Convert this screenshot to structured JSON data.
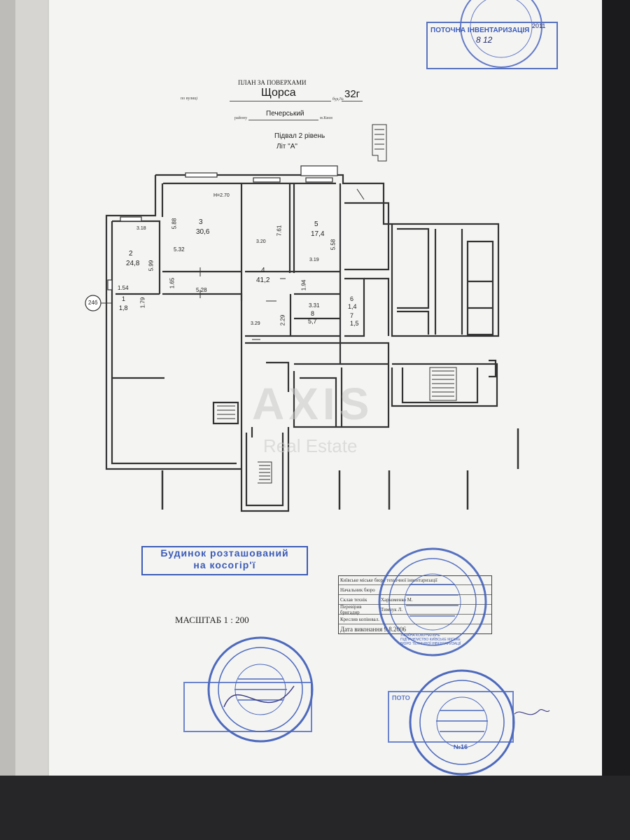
{
  "header": {
    "title": "ПЛАН ЗА ПОВЕРХАМИ",
    "street_prefix": "по вулиці",
    "street": "Щорса",
    "building_prefix": "буд.№",
    "building": "32г",
    "district_prefix": "району",
    "district": "Печерський",
    "city": "м.Києв",
    "floor": "Підвал 2 рівень",
    "letter": "Літ \"А\""
  },
  "rooms": [
    {
      "num": "2",
      "area": "24,8"
    },
    {
      "num": "3",
      "area": "30,6"
    },
    {
      "num": "4",
      "area": "41,2"
    },
    {
      "num": "5",
      "area": "17,4"
    },
    {
      "num": "1",
      "area": "1,8"
    },
    {
      "num": "6",
      "area": "1,4"
    },
    {
      "num": "8",
      "area": "5,7"
    },
    {
      "num": "7",
      "area": "1,5"
    }
  ],
  "dims": {
    "h": "H=2.70",
    "d1": "5.88",
    "d2": "5.32",
    "d3": "3.18",
    "d4": "5.99",
    "d5": "1.65",
    "d6": "5.28",
    "d7": "1.54",
    "d8": "1.79",
    "d9": "3.20",
    "d10": "7.61",
    "d11": "5.58",
    "d12": "3.19",
    "d13": "1.94",
    "d14": "3.31",
    "d15": "2.29",
    "d16": "3.29"
  },
  "axis_label": "24б",
  "stamp_box": {
    "line1": "Будинок розташований",
    "line2": "на косогір'ї"
  },
  "scale": "МАСШТАБ 1 : 200",
  "watermark": {
    "brand": "AXIS",
    "sub": "Real Estate"
  },
  "title_block": {
    "org": "Київське міське бюро технічної інвентаризації",
    "rows": [
      {
        "label": "Начальник бюро",
        "value": ""
      },
      {
        "label": "Склав технік",
        "value": "Харкоменко М."
      },
      {
        "label": "Перевірив бригадир",
        "value": "Тимчук Л."
      },
      {
        "label": "Креслив копіювал.",
        "value": ""
      }
    ],
    "date": "Дата виконання 9.8.2006"
  },
  "stamps": {
    "top_right_rect": "ПОТОЧНА ІНВЕНТАРИЗАЦІЯ",
    "top_right_date": "8 12",
    "top_right_year": "2011",
    "round_no": "№16",
    "bottom_rect_a": "ПОТО",
    "round_text": "УКРАЇНА КОМУНАЛЬНЕ ПІДПРИЄМСТВО КИЇВСЬКЕ МІСЬКЕ БЮРО ТЕХНІЧНОЇ ІНВЕНТАРИЗАЦІЇ"
  },
  "colors": {
    "stamp_blue": "#3b5bb8",
    "ink": "#222222",
    "paper": "#f4f4f2"
  }
}
